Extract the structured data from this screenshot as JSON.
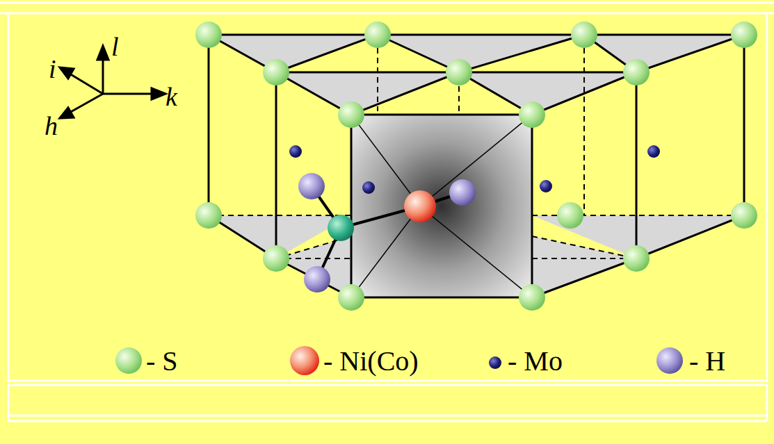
{
  "diagram": {
    "labels": [
      "l",
      "i",
      "k",
      "h"
    ],
    "legend": [
      {
        "text": "- S"
      },
      {
        "text": "- Ni(Co)"
      },
      {
        "text": "- Mo"
      },
      {
        "text": "- H"
      }
    ]
  }
}
